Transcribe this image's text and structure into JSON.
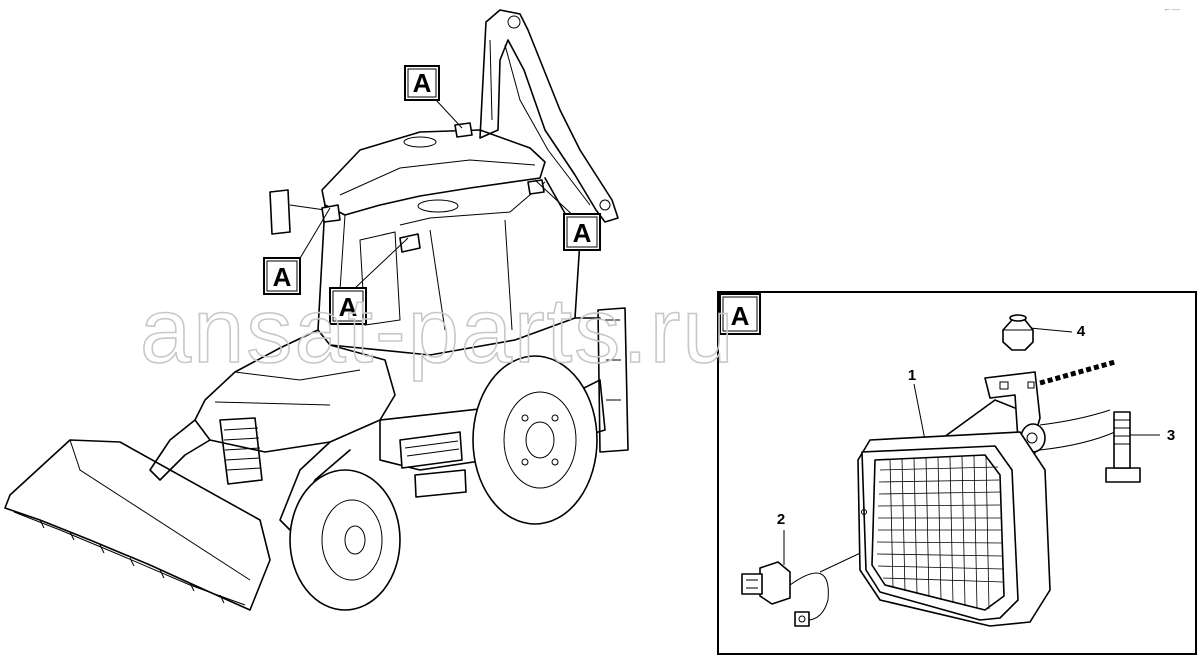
{
  "callout_labels": {
    "tag_top": "A",
    "tag_right": "A",
    "tag_left": "A",
    "tag_center": "A",
    "detail_tag": "A"
  },
  "parts": {
    "p1": "1",
    "p2": "2",
    "p3": "3",
    "p4": "4"
  },
  "watermark": "ansat-parts.ru",
  "corner_mark": "⌐ —"
}
